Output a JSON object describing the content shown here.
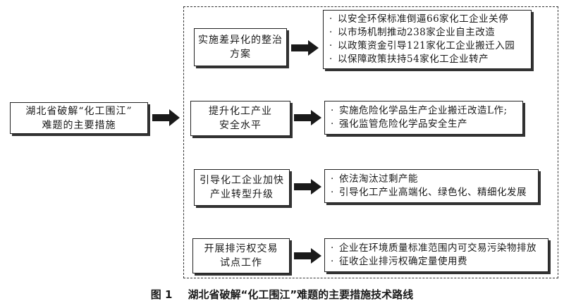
{
  "main": {
    "title_line1": "湖北省破解“化工围江”",
    "title_line2": "难题的主要措施"
  },
  "branches": [
    {
      "measure_line1": "实施差异化的整治",
      "measure_line2": "方案",
      "details": [
        "以安全环保标准倒逼66家化工企业关停",
        "以市场机制推动238家企业自主改造",
        "以政策资金引导121家化工企业搬迁入园",
        "以保障政策扶持54家化工企业转产"
      ]
    },
    {
      "measure_line1": "提升化工产业",
      "measure_line2": "安全水平",
      "details": [
        "实施危险化学品生产企业搬迁改造L作;",
        "强化监管危险化学品安全生产"
      ]
    },
    {
      "measure_line1": "引导化工企业加快",
      "measure_line2": "产业转型升级",
      "details": [
        "依法淘汰过剩产能",
        "引导化工产业高端化、绿色化、精细化发展"
      ]
    },
    {
      "measure_line1": "开展排污权交易",
      "measure_line2": "试点工作",
      "details": [
        "企业在环境质量标准范围内可交易污染物排放",
        "征收企业排污权确定量使用费"
      ]
    }
  ],
  "caption": {
    "figure_no": "图 1",
    "text": "湖北省破解“化工围江”难题的主要措施技术路线"
  }
}
